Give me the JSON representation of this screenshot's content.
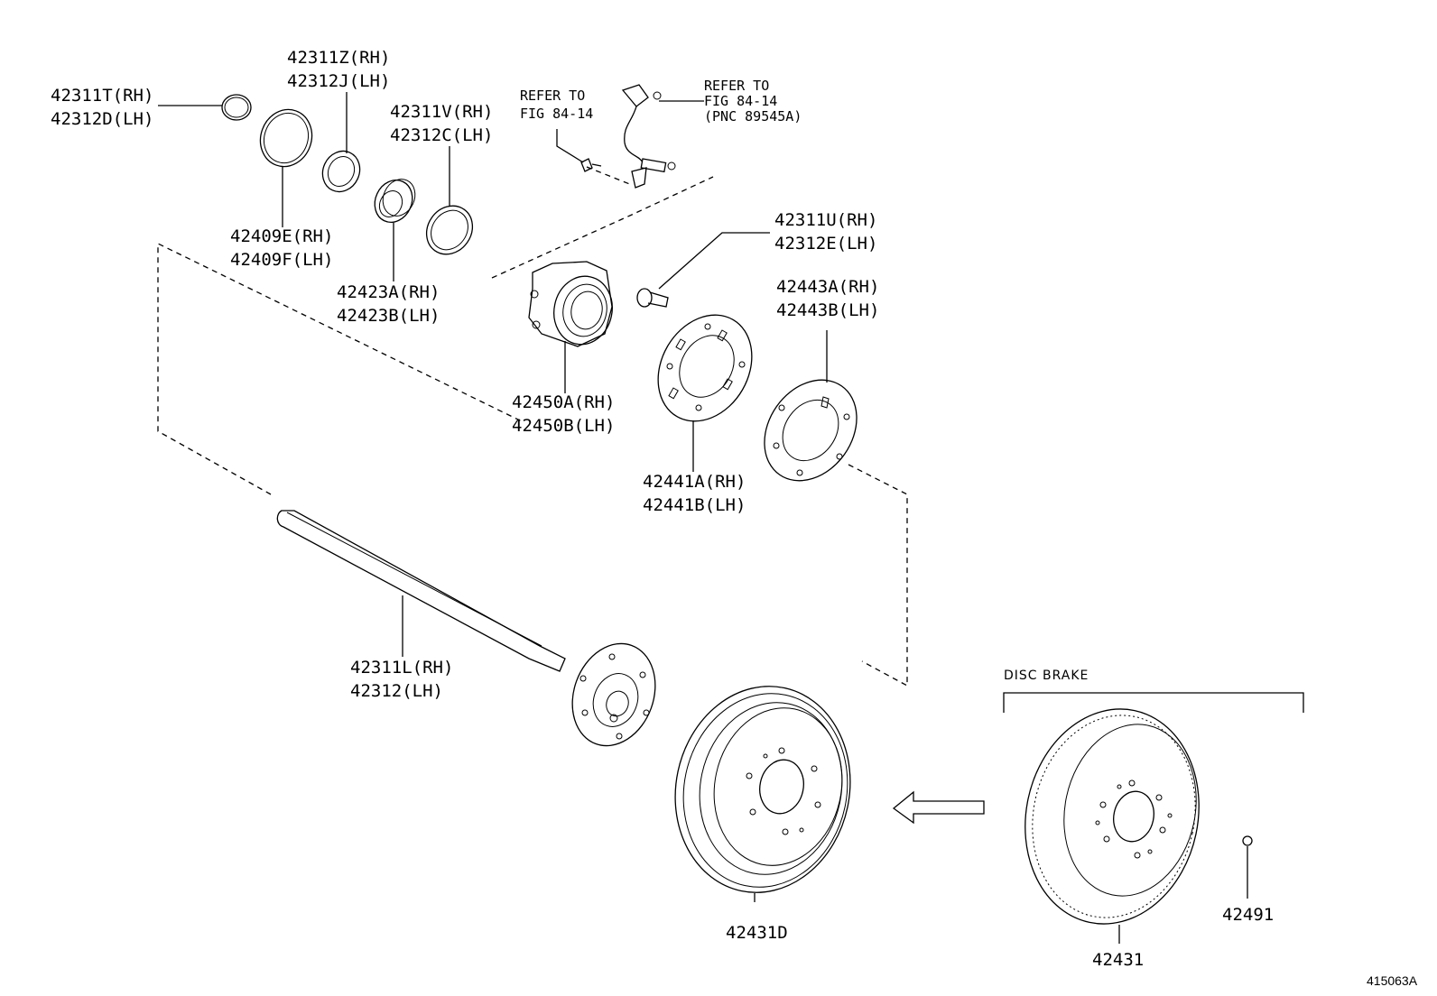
{
  "labels": {
    "snap_ring": [
      "42311T(RH)",
      "42312D(LH)"
    ],
    "ring_z": [
      "42311Z(RH)",
      "42312J(LH)"
    ],
    "ring_v": [
      "42311V(RH)",
      "42312C(LH)"
    ],
    "seal_e": [
      "42409E(RH)",
      "42409F(LH)"
    ],
    "bearing_a": [
      "42423A(RH)",
      "42423B(LH)"
    ],
    "ref_sensor_left": [
      "REFER TO",
      "FIG 84-14"
    ],
    "ref_sensor_right": [
      "REFER TO",
      "FIG 84-14",
      "(PNC 89545A)"
    ],
    "bolt_u": [
      "42311U(RH)",
      "42312E(LH)"
    ],
    "gasket_443": [
      "42443A(RH)",
      "42443B(LH)"
    ],
    "hub_450": [
      "42450A(RH)",
      "42450B(LH)"
    ],
    "plate_441": [
      "42441A(RH)",
      "42441B(LH)"
    ],
    "axle_shaft": [
      "42311L(RH)",
      "42312(LH)"
    ],
    "drum": [
      "42431D"
    ],
    "disc_brake_heading": "DISC BRAKE",
    "disc": [
      "42431"
    ],
    "plug": [
      "42491"
    ],
    "figure_number": "415063A"
  }
}
